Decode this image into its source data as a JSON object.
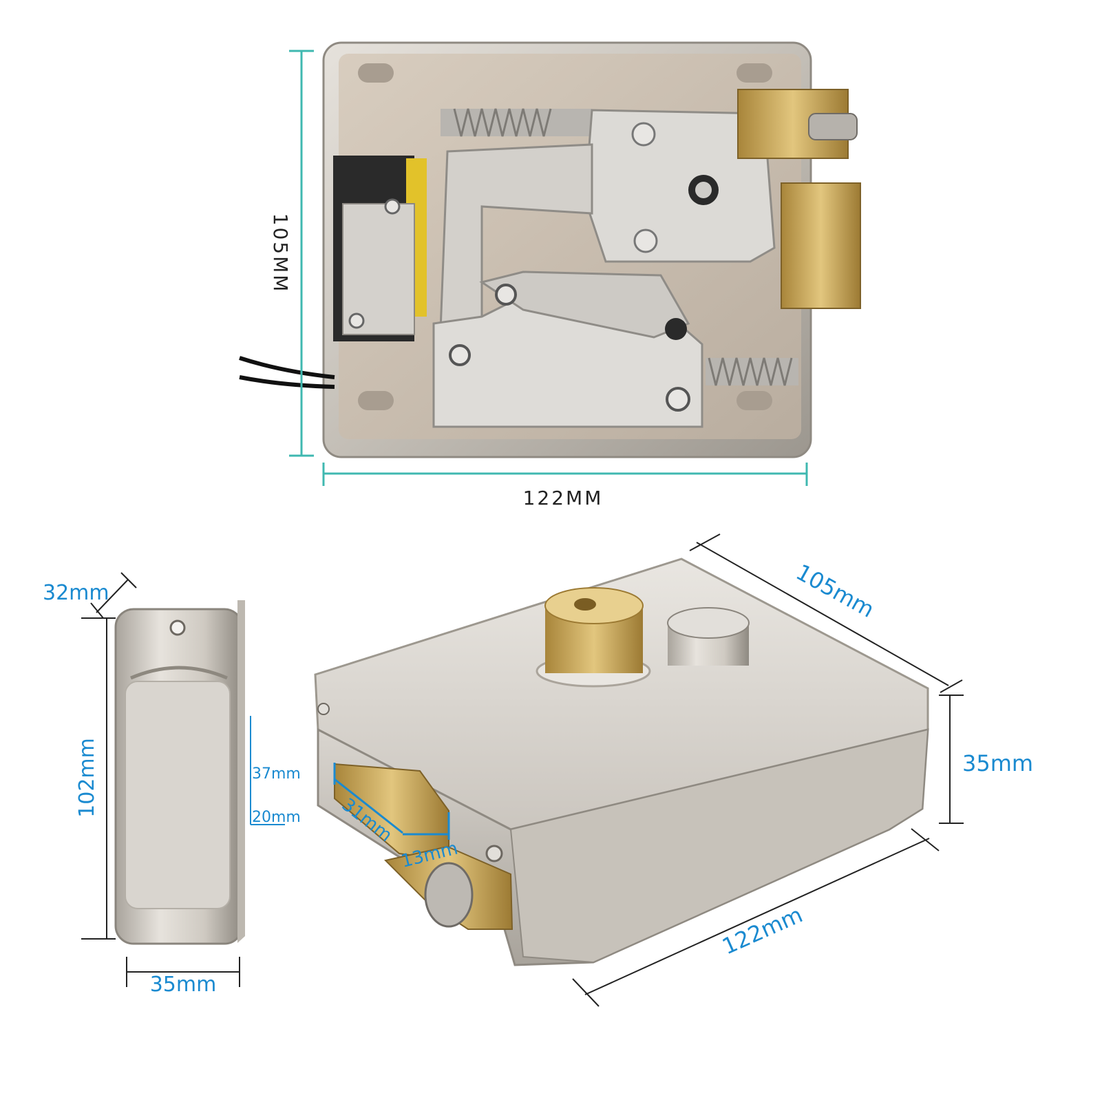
{
  "colors": {
    "teal_dimension": "#3fb8b0",
    "blue_dimension": "#1a8ad0",
    "dark_label": "#222222",
    "steel": "#c9c4bc",
    "brass": "#c9a85a"
  },
  "top_view": {
    "height_label": "105MM",
    "width_label": "122MM"
  },
  "side_view": {
    "depth_label": "32mm",
    "height_label": "102mm",
    "width_label": "35mm",
    "offset_label_1": "37mm",
    "offset_label_2": "20mm"
  },
  "perspective_view": {
    "depth_label": "105mm",
    "height_label": "35mm",
    "width_label": "122mm",
    "bolt_length_label": "31mm",
    "bolt_width_label": "13mm"
  }
}
